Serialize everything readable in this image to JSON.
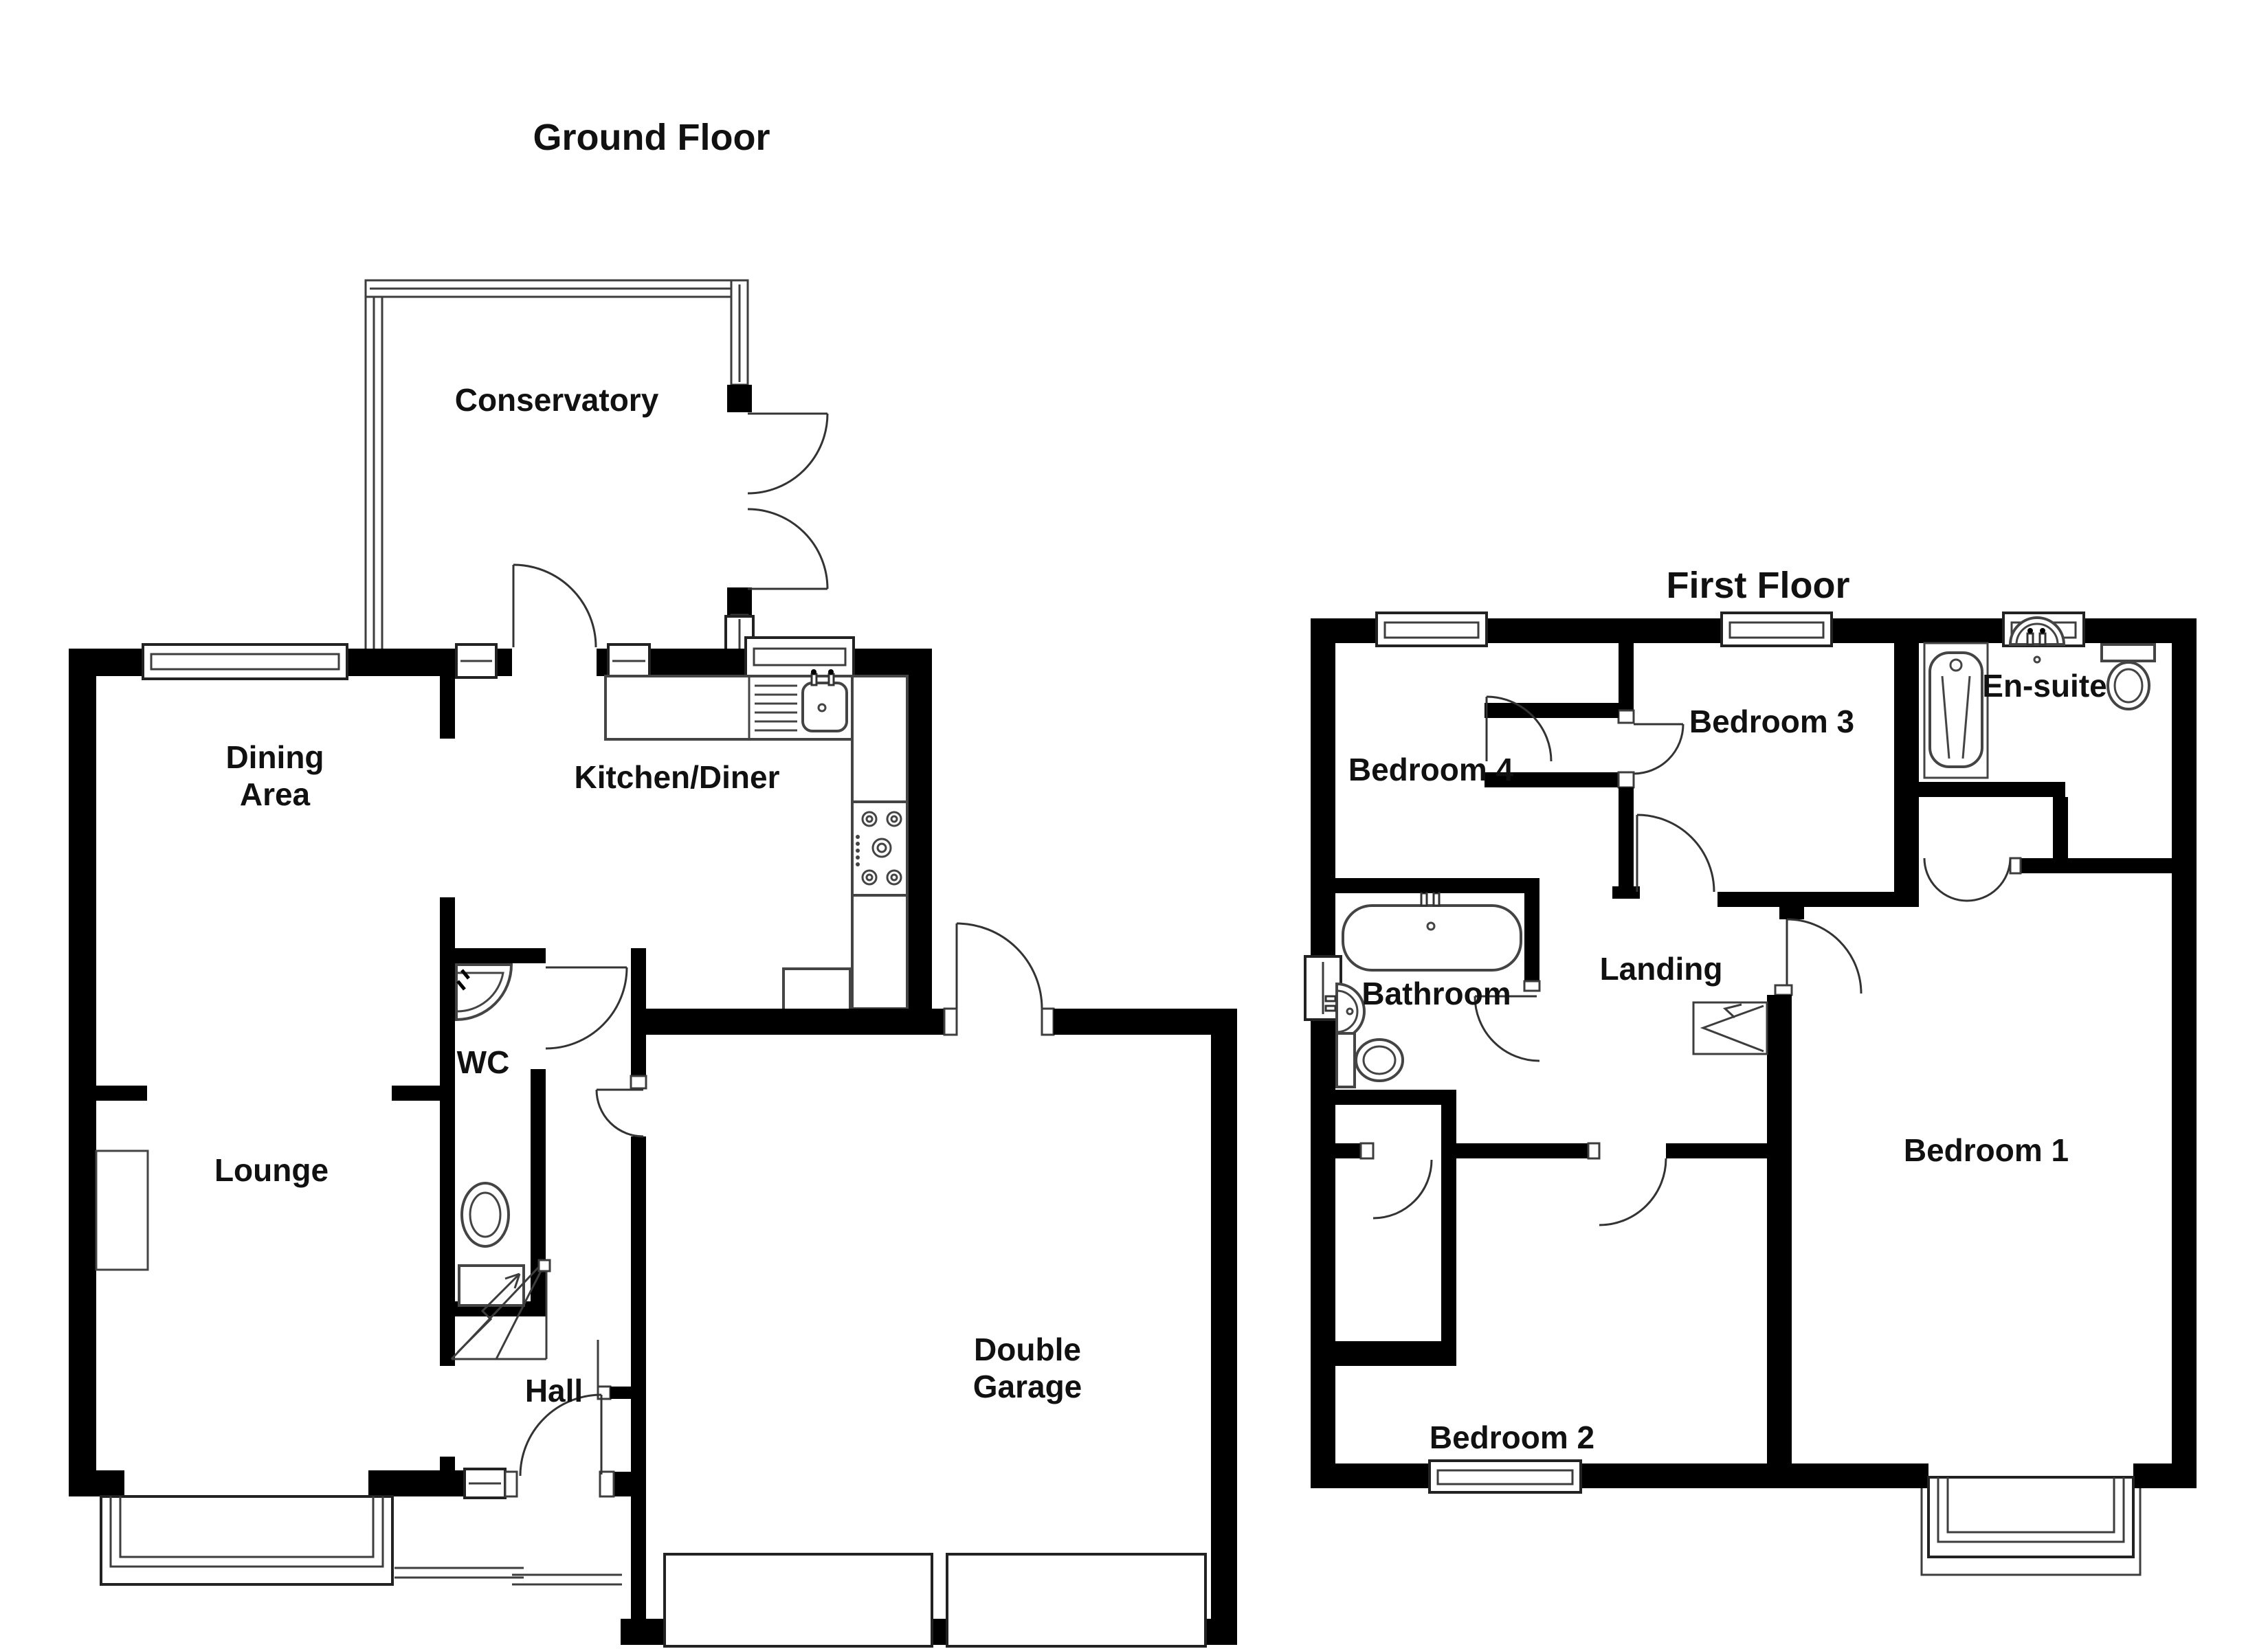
{
  "ground_floor": {
    "title": "Ground Floor",
    "rooms": {
      "conservatory": {
        "label": "Conservatory"
      },
      "dining": {
        "line1": "Dining",
        "line2": "Area"
      },
      "kitchen": {
        "label": "Kitchen/Diner"
      },
      "wc": {
        "label": "WC"
      },
      "lounge": {
        "label": "Lounge"
      },
      "hall": {
        "label": "Hall"
      },
      "garage": {
        "line1": "Double",
        "line2": "Garage"
      }
    }
  },
  "first_floor": {
    "title": "First Floor",
    "rooms": {
      "bedroom4": {
        "label": "Bedroom 4"
      },
      "bedroom3": {
        "label": "Bedroom 3"
      },
      "ensuite": {
        "label": "En-suite"
      },
      "landing": {
        "label": "Landing"
      },
      "bathroom": {
        "label": "Bathroom"
      },
      "bedroom1": {
        "label": "Bedroom 1"
      },
      "bedroom2": {
        "label": "Bedroom 2"
      }
    }
  },
  "colors": {
    "wall": "#000000",
    "line": "#3d3d3d",
    "text": "#111111",
    "background": "#ffffff"
  }
}
